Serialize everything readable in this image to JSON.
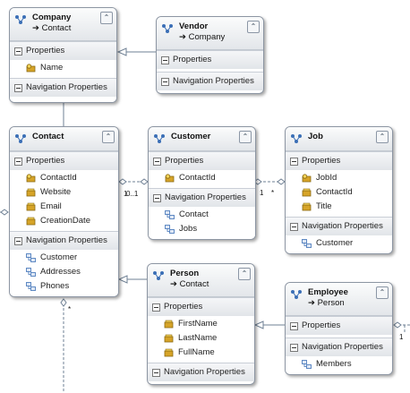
{
  "entities": {
    "company": {
      "name": "Company",
      "base": "➔ Contact",
      "properties_label": "Properties",
      "properties": [
        {
          "label": "Name",
          "icon": "key-property-icon"
        }
      ],
      "navigation_label": "Navigation Properties",
      "navigation": []
    },
    "vendor": {
      "name": "Vendor",
      "base": "➔ Company",
      "properties_label": "Properties",
      "properties": [],
      "navigation_label": "Navigation Properties",
      "navigation": []
    },
    "contact": {
      "name": "Contact",
      "base": "",
      "properties_label": "Properties",
      "properties": [
        {
          "label": "ContactId",
          "icon": "key-property-icon"
        },
        {
          "label": "Website",
          "icon": "property-icon"
        },
        {
          "label": "Email",
          "icon": "property-icon"
        },
        {
          "label": "CreationDate",
          "icon": "property-icon"
        }
      ],
      "navigation_label": "Navigation Properties",
      "navigation": [
        {
          "label": "Customer",
          "icon": "navigation-property-icon"
        },
        {
          "label": "Addresses",
          "icon": "navigation-property-icon"
        },
        {
          "label": "Phones",
          "icon": "navigation-property-icon"
        }
      ]
    },
    "customer": {
      "name": "Customer",
      "base": "",
      "properties_label": "Properties",
      "properties": [
        {
          "label": "ContactId",
          "icon": "key-property-icon"
        }
      ],
      "navigation_label": "Navigation Properties",
      "navigation": [
        {
          "label": "Contact",
          "icon": "navigation-property-icon"
        },
        {
          "label": "Jobs",
          "icon": "navigation-property-icon"
        }
      ]
    },
    "job": {
      "name": "Job",
      "base": "",
      "properties_label": "Properties",
      "properties": [
        {
          "label": "JobId",
          "icon": "key-property-icon"
        },
        {
          "label": "ContactId",
          "icon": "property-icon"
        },
        {
          "label": "Title",
          "icon": "property-icon"
        }
      ],
      "navigation_label": "Navigation Properties",
      "navigation": [
        {
          "label": "Customer",
          "icon": "navigation-property-icon"
        }
      ]
    },
    "person": {
      "name": "Person",
      "base": "➔ Contact",
      "properties_label": "Properties",
      "properties": [
        {
          "label": "FirstName",
          "icon": "property-icon"
        },
        {
          "label": "LastName",
          "icon": "property-icon"
        },
        {
          "label": "FullName",
          "icon": "property-icon"
        }
      ],
      "navigation_label": "Navigation Properties",
      "navigation": []
    },
    "employee": {
      "name": "Employee",
      "base": "➔ Person",
      "properties_label": "Properties",
      "properties": [],
      "navigation_label": "Navigation Properties",
      "navigation": [
        {
          "label": "Members",
          "icon": "navigation-property-icon"
        }
      ]
    }
  },
  "multiplicities": {
    "contact_customer_left": "1",
    "contact_customer_right": "0..1",
    "customer_job_left": "1",
    "customer_job_right": "*",
    "contact_bottom": "*",
    "employee_right": "1"
  },
  "colors": {
    "border": "#8d96a3",
    "header": "#f4f6f8",
    "section": "#e6e9ec",
    "connector": "#6f8094"
  }
}
